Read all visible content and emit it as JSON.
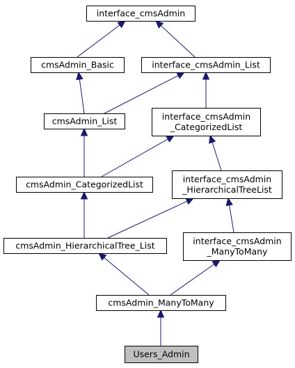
{
  "diagram": {
    "nodes": {
      "interface_cmsAdmin": {
        "lines": [
          "interface_cmsAdmin"
        ]
      },
      "cmsAdmin_Basic": {
        "lines": [
          "cmsAdmin_Basic"
        ]
      },
      "interface_cmsAdmin_List": {
        "lines": [
          "interface_cmsAdmin_List"
        ]
      },
      "cmsAdmin_List": {
        "lines": [
          "cmsAdmin_List"
        ]
      },
      "interface_cmsAdmin_CategorizedList": {
        "lines": [
          "interface_cmsAdmin",
          "_CategorizedList"
        ]
      },
      "cmsAdmin_CategorizedList": {
        "lines": [
          "cmsAdmin_CategorizedList"
        ]
      },
      "interface_cmsAdmin_HierarchicalTreeList": {
        "lines": [
          "interface_cmsAdmin",
          "_HierarchicalTreeList"
        ]
      },
      "cmsAdmin_HierarchicalTree_List": {
        "lines": [
          "cmsAdmin_HierarchicalTree_List"
        ]
      },
      "interface_cmsAdmin_ManyToMany": {
        "lines": [
          "interface_cmsAdmin",
          "_ManyToMany"
        ]
      },
      "cmsAdmin_ManyToMany": {
        "lines": [
          "cmsAdmin_ManyToMany"
        ]
      },
      "Users_Admin": {
        "lines": [
          "Users_Admin"
        ]
      }
    },
    "current": "Users_Admin",
    "edges": [
      {
        "from": "cmsAdmin_Basic",
        "to": "interface_cmsAdmin"
      },
      {
        "from": "interface_cmsAdmin_List",
        "to": "interface_cmsAdmin"
      },
      {
        "from": "cmsAdmin_List",
        "to": "cmsAdmin_Basic"
      },
      {
        "from": "cmsAdmin_List",
        "to": "interface_cmsAdmin_List"
      },
      {
        "from": "interface_cmsAdmin_CategorizedList",
        "to": "interface_cmsAdmin_List"
      },
      {
        "from": "cmsAdmin_CategorizedList",
        "to": "cmsAdmin_List"
      },
      {
        "from": "cmsAdmin_CategorizedList",
        "to": "interface_cmsAdmin_CategorizedList"
      },
      {
        "from": "interface_cmsAdmin_HierarchicalTreeList",
        "to": "interface_cmsAdmin_CategorizedList"
      },
      {
        "from": "cmsAdmin_HierarchicalTree_List",
        "to": "cmsAdmin_CategorizedList"
      },
      {
        "from": "cmsAdmin_HierarchicalTree_List",
        "to": "interface_cmsAdmin_HierarchicalTreeList"
      },
      {
        "from": "interface_cmsAdmin_ManyToMany",
        "to": "interface_cmsAdmin_HierarchicalTreeList"
      },
      {
        "from": "cmsAdmin_ManyToMany",
        "to": "cmsAdmin_HierarchicalTree_List"
      },
      {
        "from": "cmsAdmin_ManyToMany",
        "to": "interface_cmsAdmin_ManyToMany"
      },
      {
        "from": "Users_Admin",
        "to": "cmsAdmin_ManyToMany"
      }
    ],
    "colors": {
      "edge": "#191970",
      "current_fill": "#bfbfbf",
      "node_fill": "#ffffff",
      "node_border": "#000000"
    }
  }
}
